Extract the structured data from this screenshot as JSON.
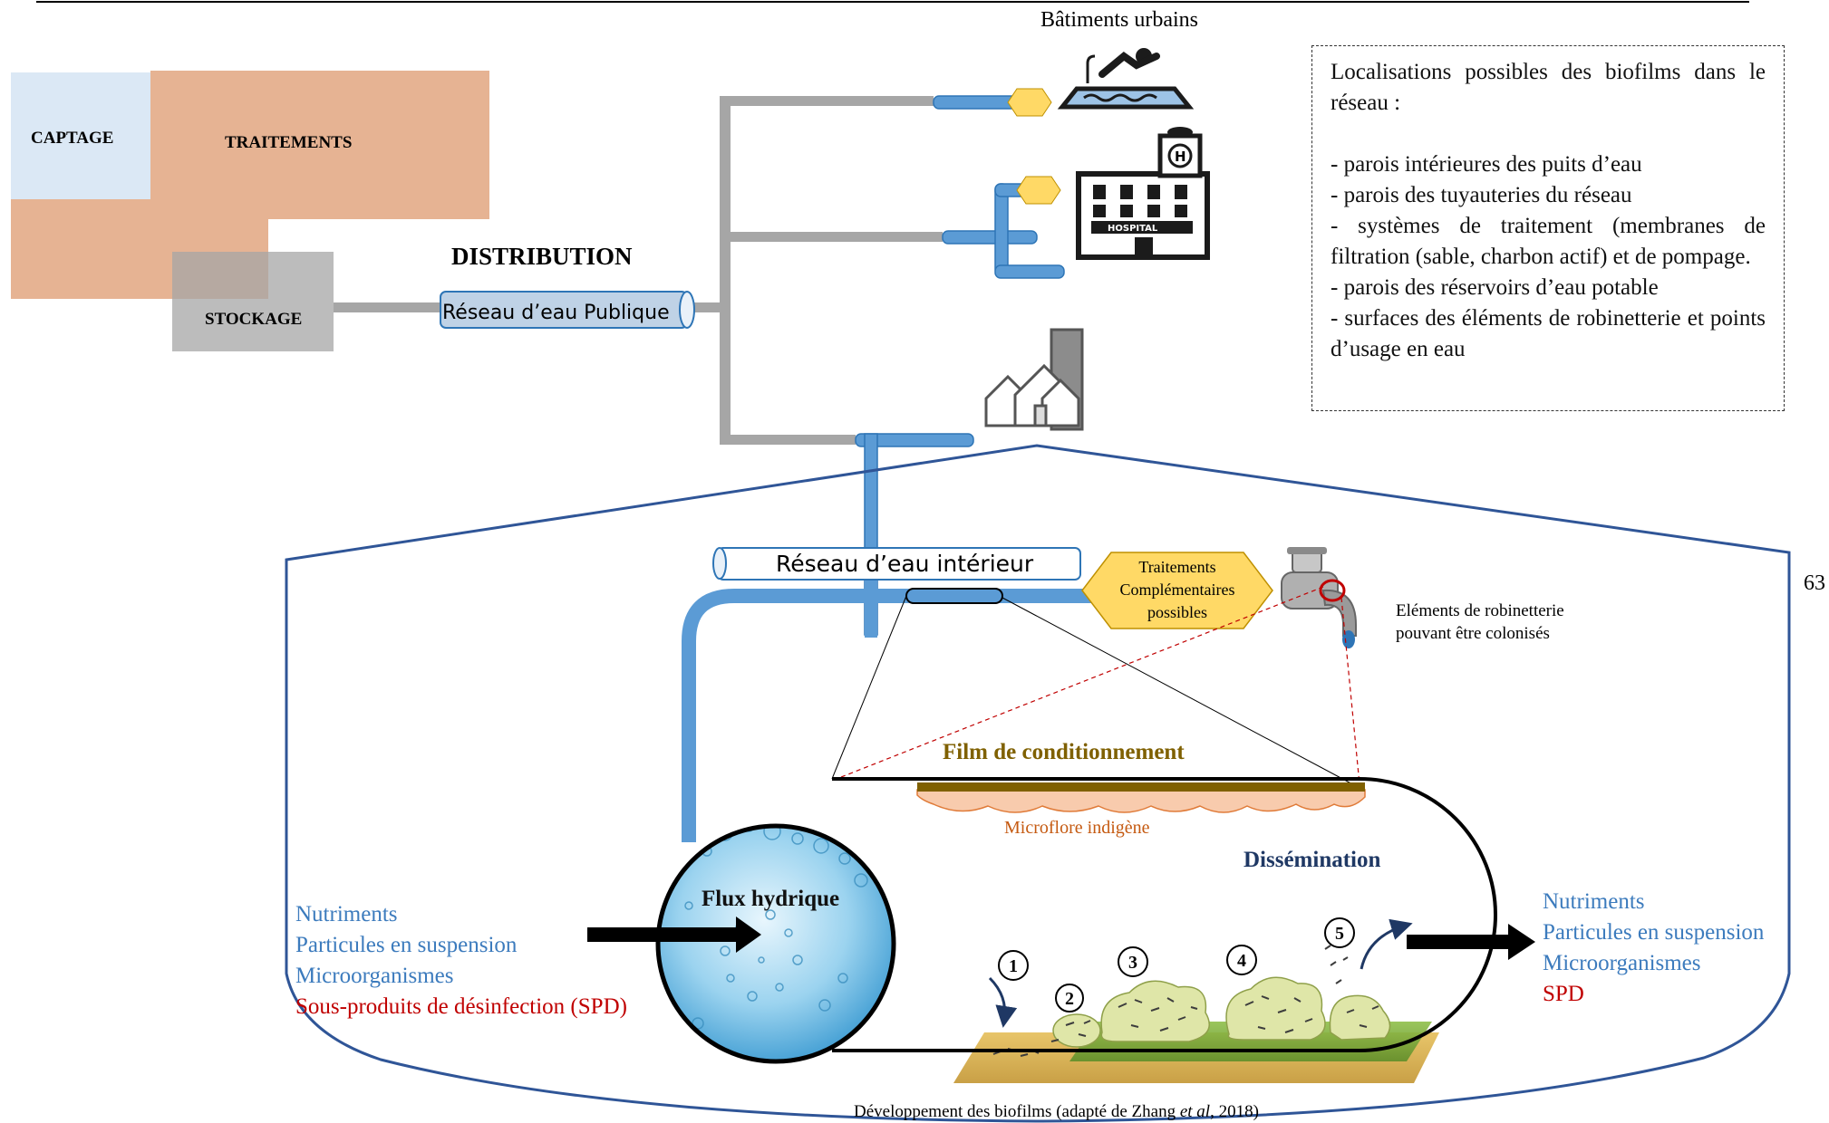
{
  "header": {
    "buildings_title": "Bâtiments urbains",
    "page_number": "63"
  },
  "chain": {
    "captage": "CAPTAGE",
    "traitements": "TRAITEMENTS",
    "stockage": "STOCKAGE",
    "distribution": "DISTRIBUTION",
    "public_network": "Réseau d’eau Publique"
  },
  "buildings": [
    "swimming-pool-icon",
    "hospital-icon",
    "houses-icon"
  ],
  "hospital_sign": "HOSPITAL",
  "legend": {
    "title": "Localisations possibles des biofilms dans le réseau :",
    "items": [
      "- parois intérieures des puits d’eau",
      "- parois des tuyauteries du réseau",
      "- systèmes de traitement (membranes de filtration (sable, charbon actif) et de pompage.",
      "- parois des réservoirs d’eau potable",
      "- surfaces des éléments de robinetterie et points d’usage en eau"
    ]
  },
  "indoor": {
    "network": "Réseau d’eau intérieur",
    "treatments": [
      "Traitements",
      "Complémentaires",
      "possibles"
    ],
    "fixtures": [
      "Eléments de robinetterie",
      "pouvant être colonisés"
    ]
  },
  "biofilm": {
    "conditioning_film": "Film de conditionnement",
    "microflora": "Microflore indigène",
    "flow": "Flux hydrique",
    "dissemination": "Dissémination",
    "steps": [
      "1",
      "2",
      "3",
      "4",
      "5"
    ],
    "caption_pre": "Développement des biofilms (adapté de Zhang ",
    "caption_italic": "et al",
    "caption_post": ", 2018)"
  },
  "inputs": {
    "lines": [
      "Nutriments",
      "Particules en suspension",
      "Microorganismes"
    ],
    "red": "Sous-produits de désinfection (SPD)"
  },
  "outputs": {
    "lines": [
      "Nutriments",
      "Particules en suspension",
      "Microorganismes"
    ],
    "red": "SPD"
  },
  "colors": {
    "blue_text": "#3c7bbd",
    "red_text": "#c00000",
    "pipe_blue": "#5b9bd5",
    "pipe_grey": "#a6a6a6",
    "salmon": "#e6b393",
    "conditioning": "#7f6000",
    "microflora": "#c55a11",
    "dissemination": "#1f3864"
  }
}
